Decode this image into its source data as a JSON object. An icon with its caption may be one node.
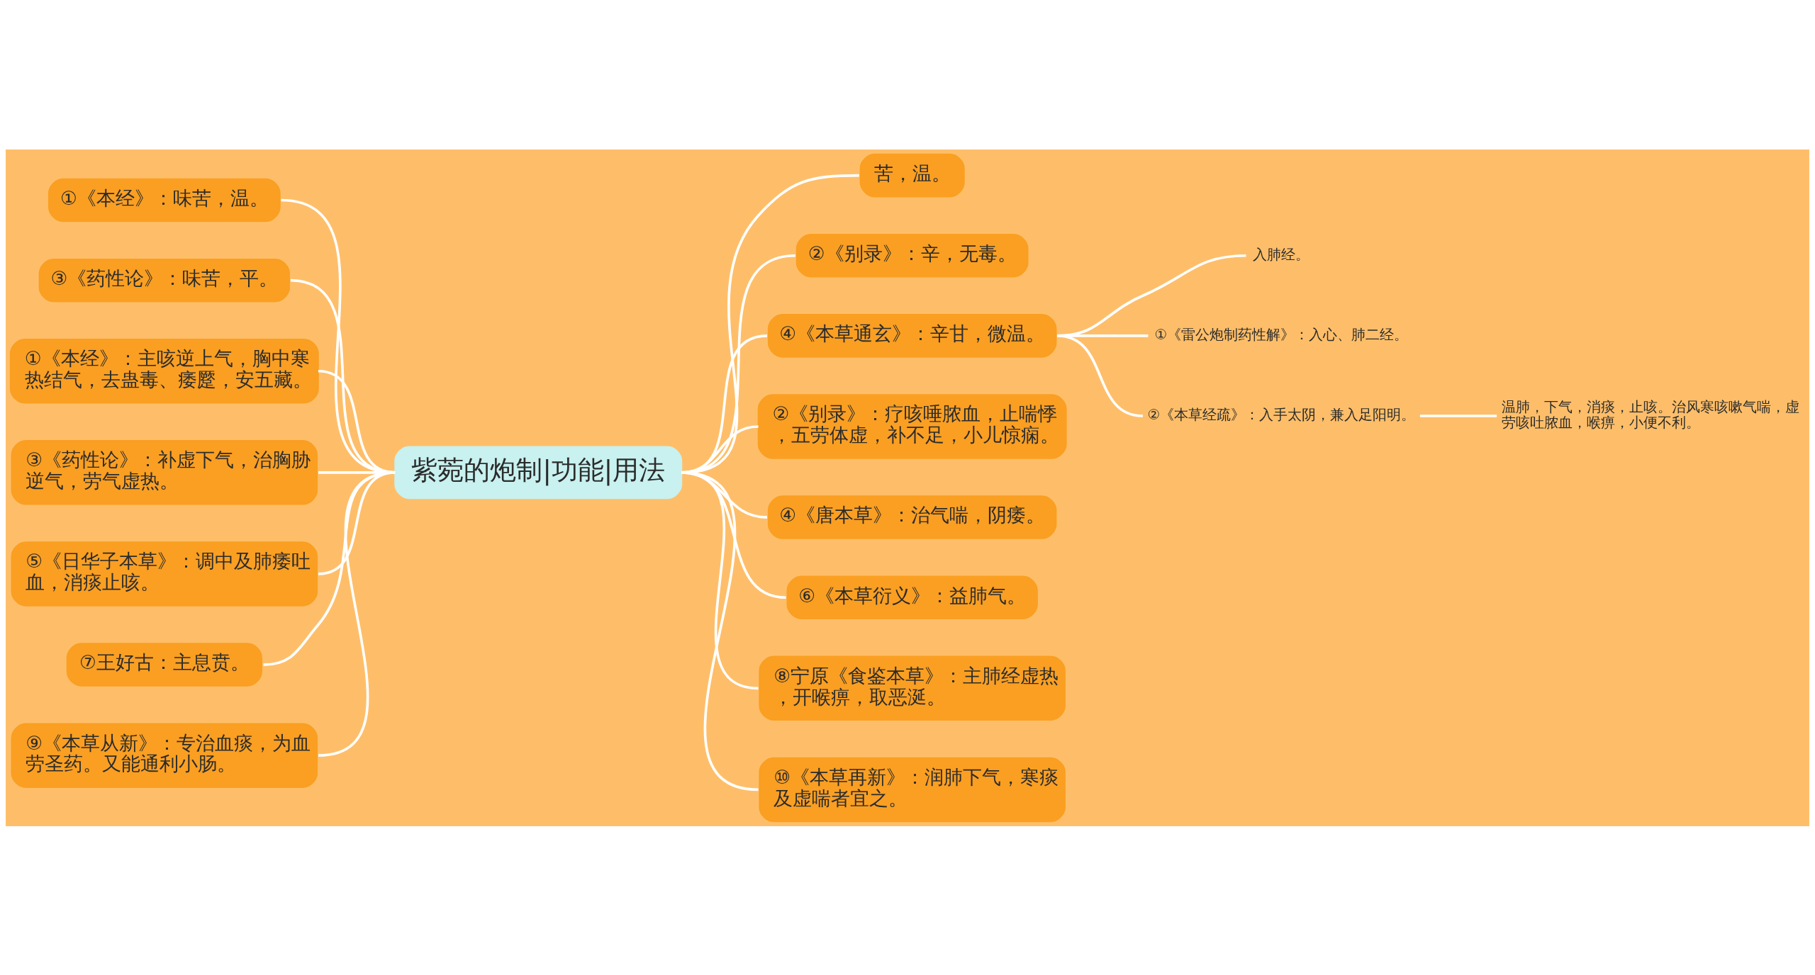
{
  "diagram": {
    "nodes": [
      {
        "text": [
          "紫菀的炮制|功能|用法"
        ]
      },
      {
        "text": [
          "①《本经》：味苦，温。"
        ]
      },
      {
        "text": [
          "③《药性论》：味苦，平。"
        ]
      },
      {
        "text": [
          "①《本经》：主咳逆上气，胸中寒热结气，去蛊毒、痿蹷，安五藏。"
        ]
      },
      {
        "text": [
          "③《药性论》：补虚下气，治胸胁逆气，劳气虚热。"
        ]
      },
      {
        "text": [
          "⑤《日华子本草》：调中及肺痿吐血，消痰止咳。"
        ]
      },
      {
        "text": [
          "⑦王好古：主息贲。"
        ]
      },
      {
        "text": [
          "⑨《本草从新》：专治血痰，为血劳圣药。又能通利小肠。"
        ]
      },
      {
        "text": [
          "苦，温。"
        ]
      },
      {
        "text": [
          "②《别录》：辛，无毒。"
        ]
      },
      {
        "text": [
          "④《本草通玄》：辛甘，微温。"
        ]
      },
      {
        "text": [
          "入肺经。"
        ]
      },
      {
        "text": [
          "①《雷公炮制药性解》：入心、肺二经。"
        ]
      },
      {
        "text": [
          "②《本草经疏》：入手太阴，兼入足阳明。"
        ]
      },
      {
        "text": [
          "温肺，下气，消痰，止咳。治风寒咳嗽气喘，虚劳咳吐脓血，喉痹，小便不利。"
        ]
      },
      {
        "text": [
          "②《别录》：疗咳唾脓血，止喘悸，五劳体虚，补不足，小儿惊痫。"
        ]
      },
      {
        "text": [
          "④《唐本草》：治气喘，阴痿。"
        ]
      },
      {
        "text": [
          "⑥《本草衍义》：益肺气。"
        ]
      },
      {
        "text": [
          "⑧宁原《食鉴本草》：主肺经虚热，开喉痹，取恶涎。"
        ]
      },
      {
        "text": [
          "⑩《本草再新》：润肺下气，寒痰及虚喘者宜之。"
        ]
      }
    ],
    "edges": [
      {
        "from": 1,
        "to": 0,
        "arrow": "none"
      },
      {
        "from": 2,
        "to": 0,
        "arrow": "none"
      },
      {
        "from": 3,
        "to": 0,
        "arrow": "none"
      },
      {
        "from": 4,
        "to": 0,
        "arrow": "none"
      },
      {
        "from": 5,
        "to": 0,
        "arrow": "none"
      },
      {
        "from": 6,
        "to": 0,
        "arrow": "none"
      },
      {
        "from": 7,
        "to": 0,
        "arrow": "none"
      },
      {
        "from": 0,
        "to": 8,
        "arrow": "none"
      },
      {
        "from": 0,
        "to": 9,
        "arrow": "none"
      },
      {
        "from": 0,
        "to": 10,
        "arrow": "none"
      },
      {
        "from": 10,
        "to": 11,
        "arrow": "none"
      },
      {
        "from": 10,
        "to": 12,
        "arrow": "none"
      },
      {
        "from": 10,
        "to": 13,
        "arrow": "none"
      },
      {
        "from": 13,
        "to": 14,
        "arrow": "none"
      },
      {
        "from": 0,
        "to": 15,
        "arrow": "none"
      },
      {
        "from": 0,
        "to": 16,
        "arrow": "none"
      },
      {
        "from": 0,
        "to": 17,
        "arrow": "none"
      },
      {
        "from": 0,
        "to": 18,
        "arrow": "none"
      },
      {
        "from": 0,
        "to": 19,
        "arrow": "none"
      }
    ]
  }
}
